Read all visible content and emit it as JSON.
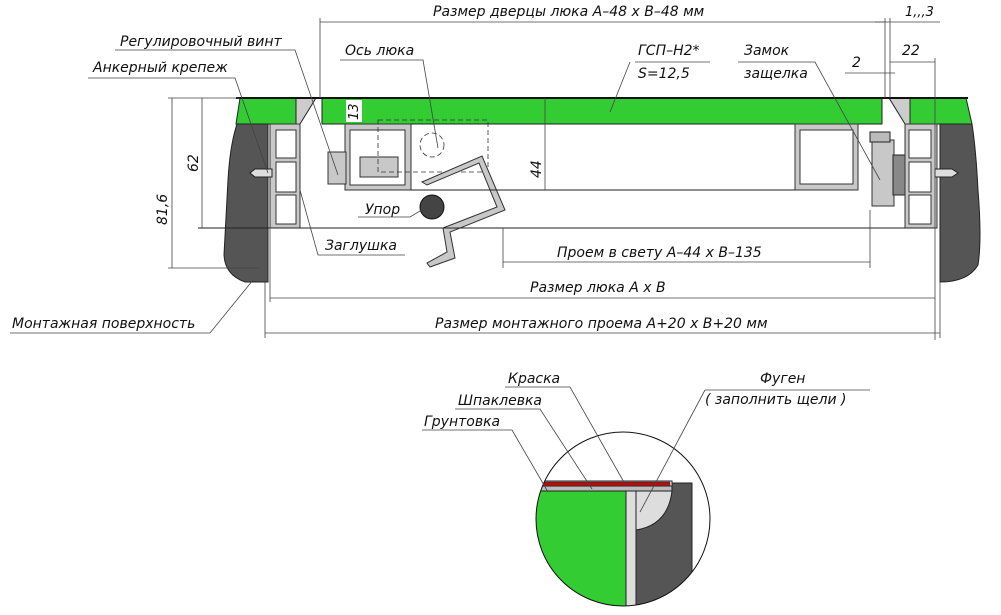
{
  "colors": {
    "gypsum": "#33cc33",
    "wall": "#555555",
    "profile": "#c8c8c8",
    "paint": "#b01010"
  },
  "labels": {
    "door_size": "Размер дверцы люка A–48 x B–48 мм",
    "gap": "1,,,3",
    "adjust_screw": "Регулировочный винт",
    "hatch_axis": "Ось люка",
    "gsp_1": "ГСП–Н2*",
    "gsp_2": "S=12,5",
    "lock_1": "Замок",
    "lock_2": "защелка",
    "dim_2": "2",
    "dim_22": "22",
    "anchor": "Анкерный крепеж",
    "dim_13": "13",
    "dim_62": "62",
    "dim_81": "81,6",
    "dim_44": "44",
    "stop": "Упор",
    "plug": "Заглушка",
    "clear_opening": "Проем в свету A–44 x B–135",
    "hatch_size": "Размер люка A x B",
    "mount_surface": "Монтажная поверхность",
    "mount_opening": "Размер монтажного проема A+20 x B+20 мм",
    "paint": "Краска",
    "putty": "Шпаклевка",
    "primer": "Грунтовка",
    "fugen_1": "Фуген",
    "fugen_2": "( заполнить щели )"
  }
}
